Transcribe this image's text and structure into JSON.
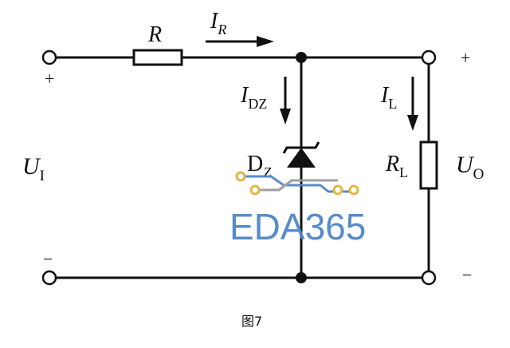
{
  "diagram": {
    "labels": {
      "R": "R",
      "I_R_main": "I",
      "I_R_sub": "R",
      "I_DZ_main": "I",
      "I_DZ_sub": "DZ",
      "I_L_main": "I",
      "I_L_sub": "L",
      "U_I_main": "U",
      "U_I_sub": "I",
      "D_Z_main": "D",
      "D_Z_sub": "Z",
      "R_L_main": "R",
      "R_L_sub": "L",
      "U_O_main": "U",
      "U_O_sub": "O",
      "plus_left": "+",
      "minus_left": "−",
      "plus_right": "+",
      "minus_right": "−"
    },
    "watermark": "EDA365",
    "caption": "图7",
    "colors": {
      "wire": "#111111",
      "watermark_blue": "#4f86c6",
      "watermark_gold": "#e0b43a",
      "watermark_gray": "#9a9a9a"
    }
  }
}
